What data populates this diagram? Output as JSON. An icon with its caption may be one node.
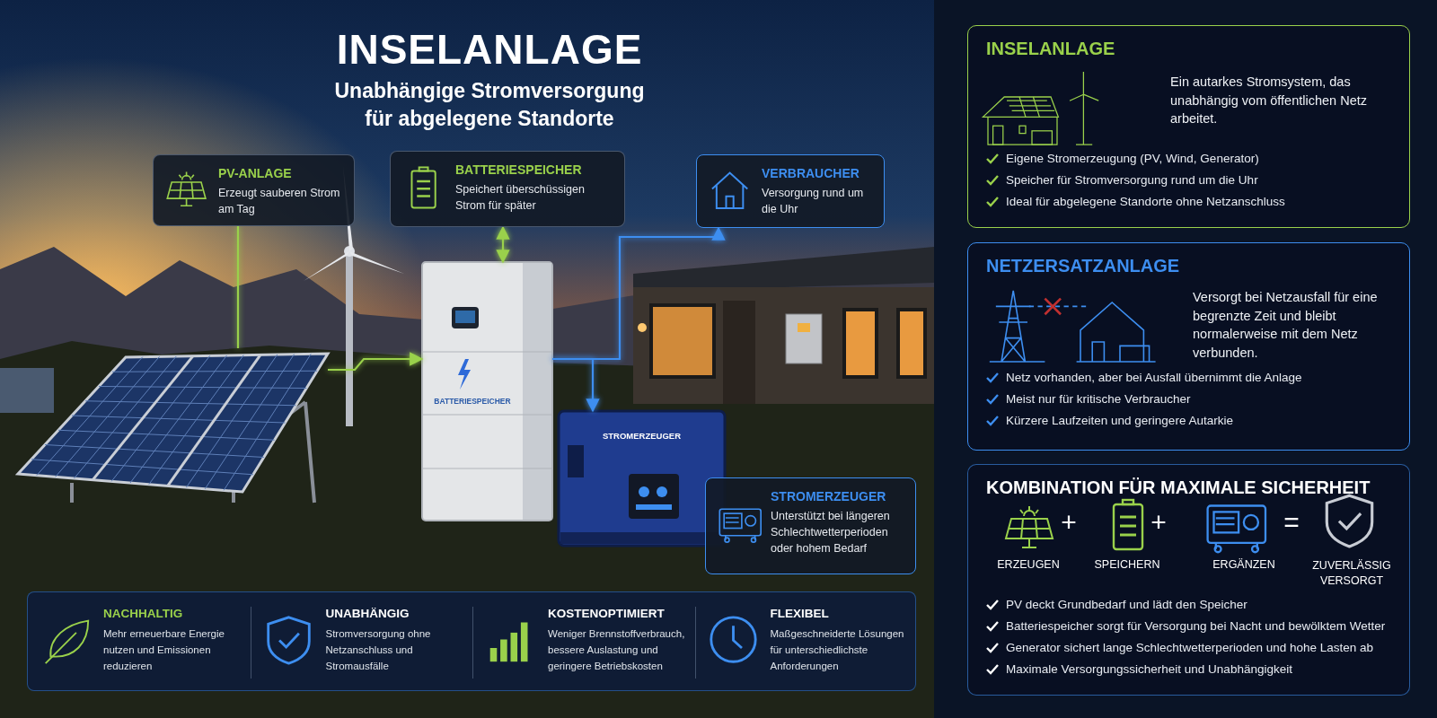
{
  "diagram": {
    "title": "INSELANLAGE",
    "nodes": [
      {
        "text": [
          "PV-ANLAGE",
          "Erzeugt sauberen Strom am Tag"
        ]
      },
      {
        "text": [
          "BATTERIESPEICHER",
          "Speichert überschüssigen Strom für später"
        ]
      },
      {
        "text": [
          "VERBRAUCHER",
          "Versorgung rund um die Uhr"
        ]
      },
      {
        "text": [
          "INSELANLAGE",
          "Ein autarkes Stromsystem, das unabhängig vom öffentlichen Netz arbeitet.",
          "Eigene Stromerzeugung (PV, Wind, Generator)",
          "Speicher für Stromversorgung rund um die Uhr",
          "Ideal für abgelegene Standorte ohne Netzanschluss"
        ]
      },
      {
        "text": [],
        "shape": "picture"
      },
      {
        "text": [
          "BATTERIESPEICHER"
        ]
      },
      {
        "text": [],
        "shape": "picture"
      },
      {
        "text": [
          "NETZERSATZANLAGE",
          "Versorgt bei Netzausfall für eine begrenzte Zeit und bleibt normalerweise mit dem Netz verbunden.",
          "Netz vorhanden, aber bei Ausfall übernimmt die Anlage",
          "Meist nur für kritische Verbraucher",
          "Kürzere Laufzeiten und geringere Autarkie"
        ]
      },
      {
        "text": [
          "STROMERZEUGER"
        ]
      },
      {
        "text": [
          "STROMERZEUGER",
          "Unterstützt bei längeren Schlechtwetterperioden oder hohem Bedarf"
        ]
      },
      {
        "text": [
          "KOMBINATION FÜR MAXIMALE SICHERHEIT",
          "PV deckt Grundbedarf und lädt den Speicher",
          "Batteriespeicher sorgt für Versorgung bei Nacht und bewölktem Wetter",
          "Generator sichert lange Schlechtwetterperioden und hohe Lasten ab",
          "Maximale Versorgungssicherheit und Unabhängigkeit"
        ]
      },
      {
        "text": [
          "NACHHALTIG",
          "Mehr erneuerbare Energie nutzen und Emissionen reduzieren",
          "UNABHÄNGIG",
          "Stromversorgung ohne Netzanschluss und Stromausfälle",
          "KOSTENOPTIMIERT",
          "Weniger Brennstoffverbrauch, bessere Auslastung und geringere Betriebskosten",
          "FLEXIBEL",
          "Maßgeschneiderte Lösungen für unterschiedlichste Anforderungen"
        ]
      }
    ],
    "edges": [
      {
        "from": 0,
        "to": 4,
        "arrow": "none"
      },
      {
        "from": 4,
        "to": 5,
        "arrow": "to"
      },
      {
        "from": 1,
        "to": 5,
        "arrow": "both"
      },
      {
        "from": 5,
        "to": 2,
        "arrow": "to",
        "color": "#3d8ef0"
      },
      {
        "from": 5,
        "to": 8,
        "arrow": "to",
        "color": "#3d8ef0"
      }
    ],
    "labels": [
      "Unabhängige Stromversorgung für abgelegene Standorte",
      "ERZEUGEN",
      "+",
      "SPEICHERN",
      "+",
      "ERGÄNZEN",
      "=",
      "ZUVERLÄSSIG VERSORGT"
    ]
  }
}
